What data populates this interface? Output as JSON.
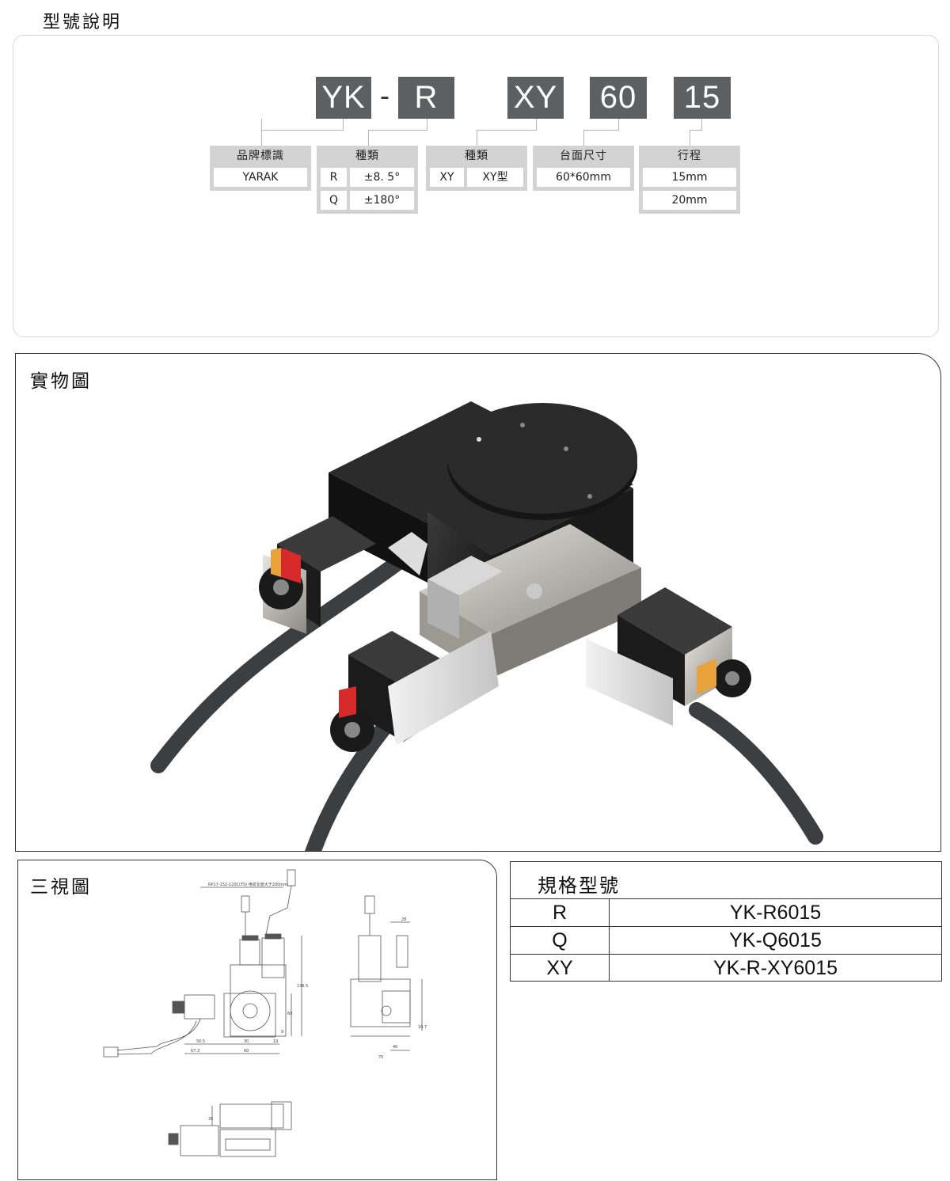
{
  "model_section": {
    "title": "型號說明",
    "code_parts": [
      "YK",
      "-",
      "R",
      "XY",
      "60",
      "15"
    ],
    "groups": {
      "brand": {
        "header": "品牌標識",
        "rows": [
          [
            "YARAK"
          ]
        ]
      },
      "type_r": {
        "header": "種類",
        "rows": [
          [
            "R",
            "±8. 5°"
          ],
          [
            "Q",
            "±180°"
          ]
        ]
      },
      "type_xy": {
        "header": "種類",
        "rows": [
          [
            "XY",
            "XY型"
          ]
        ]
      },
      "table_size": {
        "header": "台面尺寸",
        "rows": [
          [
            "60*60mm"
          ]
        ]
      },
      "stroke": {
        "header": "行程",
        "rows": [
          [
            "15mm"
          ],
          [
            "20mm"
          ]
        ]
      }
    }
  },
  "photo_section": {
    "title": "實物圖"
  },
  "drawing_section": {
    "title": "三視圖",
    "note": "RP17-152-120C(TS) 电缆长度大于200mm",
    "dims": [
      "56.5",
      "67.3",
      "30",
      "60",
      "19",
      "9",
      "28",
      "40",
      "75",
      "10.7",
      "136.5",
      "60",
      "35"
    ]
  },
  "spec_table": {
    "title": "規格型號",
    "rows": [
      {
        "key": "R",
        "value": "YK-R6015"
      },
      {
        "key": "Q",
        "value": "YK-Q6015"
      },
      {
        "key": "XY",
        "value": "YK-R-XY6015"
      }
    ]
  }
}
